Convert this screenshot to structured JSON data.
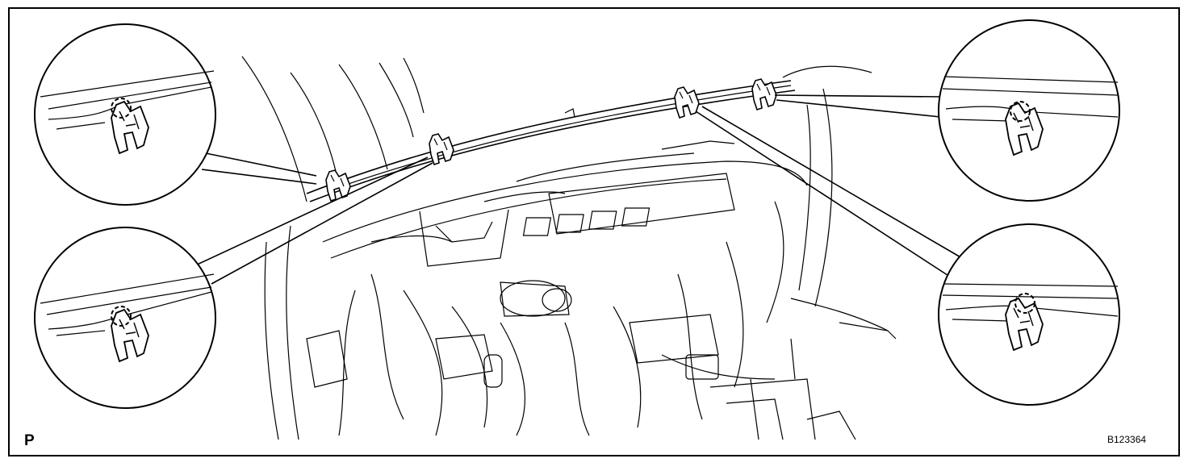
{
  "figure": {
    "corner_letter": "P",
    "figure_code": "B123364"
  },
  "colors": {
    "ink": "#000000",
    "paper": "#ffffff"
  },
  "callouts": [
    {
      "name": "detail-circle-top-left",
      "icon": "clip-detail-icon"
    },
    {
      "name": "detail-circle-bottom-left",
      "icon": "clip-detail-icon"
    },
    {
      "name": "detail-circle-top-right",
      "icon": "clip-detail-icon"
    },
    {
      "name": "detail-circle-bottom-right",
      "icon": "clip-detail-icon"
    }
  ]
}
